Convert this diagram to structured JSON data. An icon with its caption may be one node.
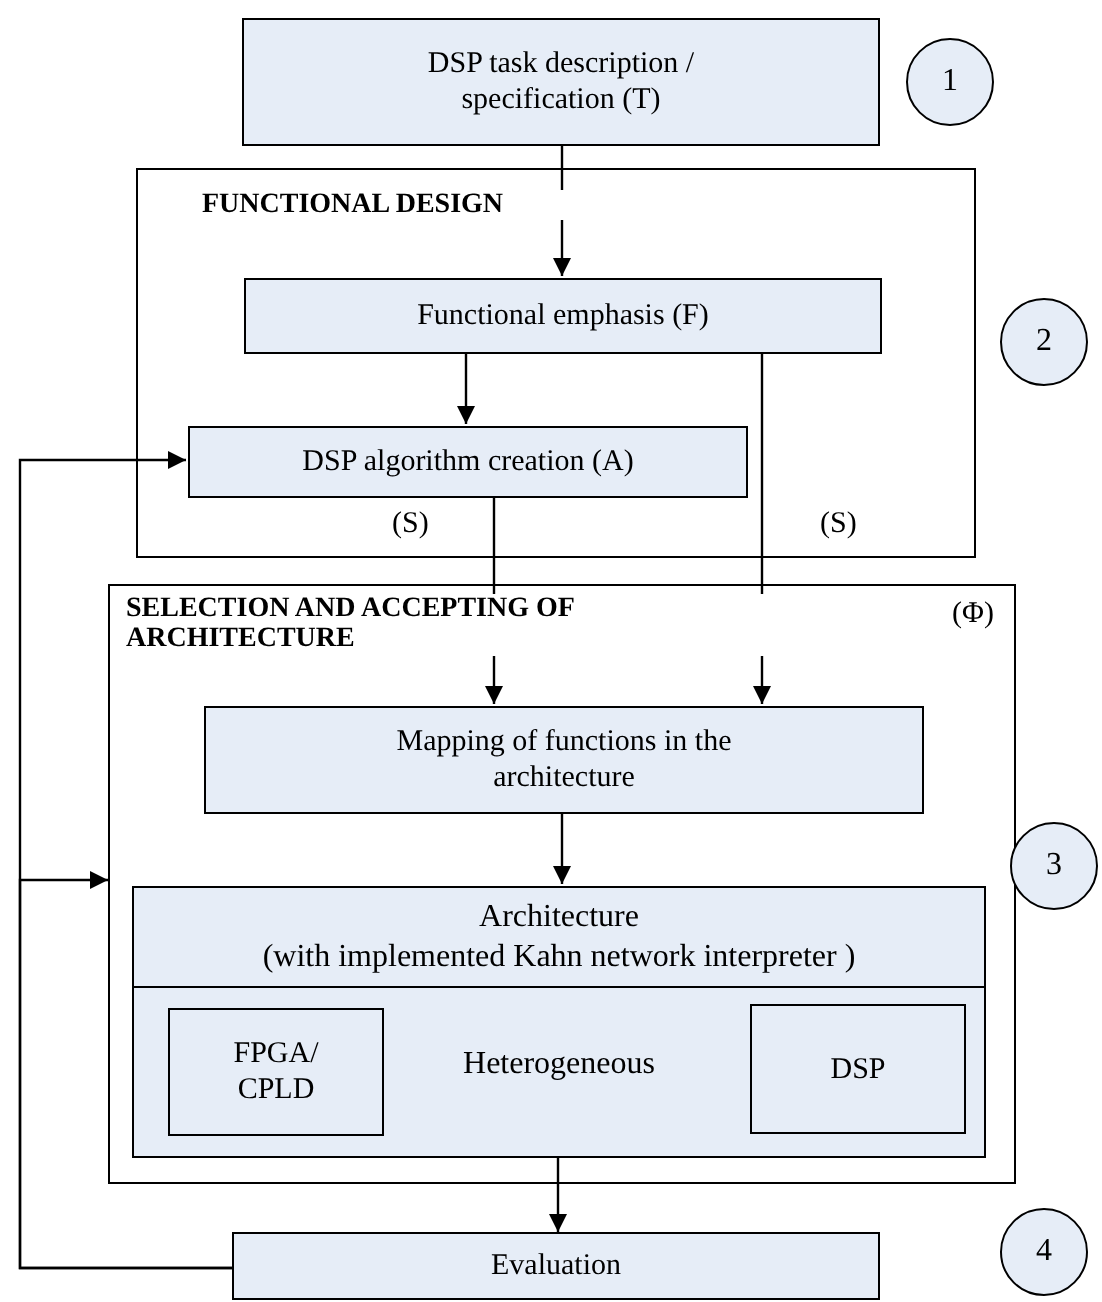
{
  "diagram": {
    "nodes": [
      {
        "text": [
          "DSP task description / specification (T)"
        ]
      },
      {
        "text": [
          "1"
        ]
      },
      {
        "text": [
          "FUNCTIONAL DESIGN"
        ]
      },
      {
        "text": [
          "Functional emphasis (F)"
        ],
        "in": 2
      },
      {
        "text": [
          "DSP algorithm creation (A)"
        ],
        "in": 2
      },
      {
        "text": [
          "2"
        ]
      },
      {
        "text": [
          "SELECTION AND ACCEPTING OF ARCHITECTURE",
          "(Φ)"
        ]
      },
      {
        "text": [
          "Mapping of functions in the architecture"
        ],
        "in": 6
      },
      {
        "text": [
          "Architecture",
          "(with implemented Kahn network interpreter )",
          "Heterogeneous"
        ],
        "in": 6
      },
      {
        "text": [
          "FPGA/ CPLD"
        ],
        "in": 8
      },
      {
        "text": [
          "DSP"
        ],
        "in": 8
      },
      {
        "text": [
          "3"
        ]
      },
      {
        "text": [
          "Evaluation"
        ]
      },
      {
        "text": [
          "4"
        ]
      }
    ],
    "edges": [
      {
        "from": 0,
        "to": 3,
        "arrow": "to"
      },
      {
        "from": 3,
        "to": 4,
        "arrow": "to"
      },
      {
        "from": 4,
        "to": 7,
        "arrow": "to"
      },
      {
        "from": 3,
        "to": 7,
        "arrow": "to"
      },
      {
        "from": 7,
        "to": 8,
        "arrow": "to"
      },
      {
        "from": 8,
        "to": 12,
        "arrow": "to"
      },
      {
        "from": 12,
        "to": 4,
        "arrow": "to"
      },
      {
        "from": 12,
        "to": 6,
        "arrow": "to"
      }
    ],
    "labels": [
      "(S)",
      "(S)"
    ]
  }
}
